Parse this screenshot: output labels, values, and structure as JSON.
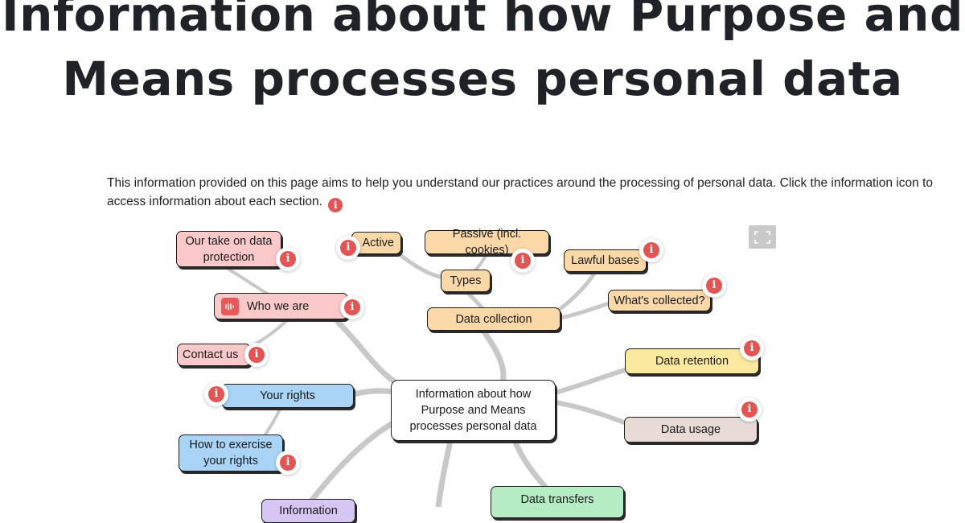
{
  "page": {
    "title_line1": "Information about how Purpose and",
    "title_line2": "Means processes personal data",
    "intro": "This information provided on this page aims to help you understand our practices around the processing of personal data. Click the information icon to access information about each section."
  },
  "mindmap": {
    "center": {
      "line1": "Information about how",
      "line2": "Purpose and Means",
      "line3": "processes personal data"
    },
    "nodes": {
      "our_take_1": "Our take on data",
      "our_take_2": "protection",
      "who_we_are": "Who we are",
      "contact_us": "Contact us",
      "your_rights": "Your rights",
      "how_to_exercise_1": "How to exercise",
      "how_to_exercise_2": "your rights",
      "information": "Information",
      "active": "Active",
      "passive": "Passive (incl. cookies)",
      "types": "Types",
      "data_collection": "Data collection",
      "lawful_bases": "Lawful bases",
      "whats_collected": "What's collected?",
      "data_retention": "Data retention",
      "data_usage": "Data usage",
      "data_transfers": "Data transfers"
    },
    "info_glyph": "i"
  },
  "colors": {
    "pink": "#fbc9c9",
    "orange": "#fbd8a8",
    "blue": "#a9d4f5",
    "yellow": "#fbe9a0",
    "taupe": "#e8dbd6",
    "green": "#b6ecc3",
    "purple": "#d6c6f3",
    "info_red": "#e25555",
    "branch_gray": "#c8c8c8"
  },
  "icons": {
    "info": "info-circle-icon",
    "audio": "audio-wave-icon",
    "fullscreen": "fullscreen-icon"
  }
}
